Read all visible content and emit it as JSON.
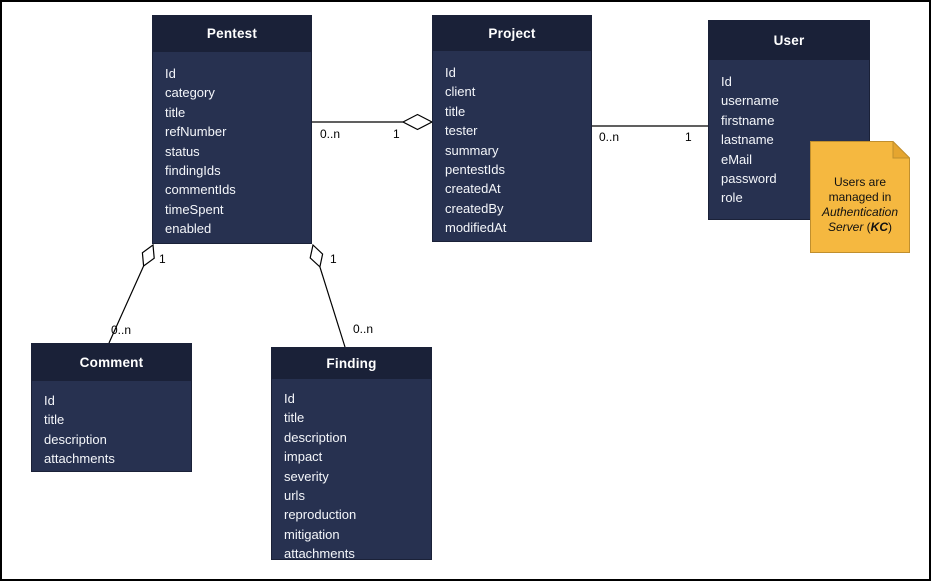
{
  "diagram": {
    "type": "uml-class-diagram",
    "entities": [
      {
        "name": "Pentest",
        "fields": [
          "Id",
          "category",
          "title",
          "refNumber",
          "status",
          "findingIds",
          "commentIds",
          "timeSpent",
          "enabled"
        ]
      },
      {
        "name": "Project",
        "fields": [
          "Id",
          "client",
          "title",
          "tester",
          "summary",
          "pentestIds",
          "createdAt",
          "createdBy",
          "modifiedAt"
        ]
      },
      {
        "name": "User",
        "fields": [
          "Id",
          "username",
          "firstname",
          "lastname",
          "eMail",
          "password",
          "role"
        ]
      },
      {
        "name": "Comment",
        "fields": [
          "Id",
          "title",
          "description",
          "attachments"
        ]
      },
      {
        "name": "Finding",
        "fields": [
          "Id",
          "title",
          "description",
          "impact",
          "severity",
          "urls",
          "reproduction",
          "mitigation",
          "attachments"
        ]
      }
    ],
    "relationships": [
      {
        "from": "Pentest",
        "to": "Project",
        "type": "aggregation",
        "source_multiplicity": "0..n",
        "target_multiplicity": "1"
      },
      {
        "from": "Project",
        "to": "User",
        "type": "association",
        "source_multiplicity": "0..n",
        "target_multiplicity": "1"
      },
      {
        "from": "Pentest",
        "to": "Comment",
        "type": "aggregation",
        "source_multiplicity": "1",
        "target_multiplicity": "0..n"
      },
      {
        "from": "Pentest",
        "to": "Finding",
        "type": "aggregation",
        "source_multiplicity": "1",
        "target_multiplicity": "0..n"
      }
    ],
    "note": {
      "line1": "Users are",
      "line2": "managed in",
      "line3": "Authentication",
      "line4_server": "Server",
      "line4_open": " (",
      "line4_kc": "KC",
      "line4_close": ")"
    },
    "colors": {
      "entity_header": "#1a2138",
      "entity_body": "#273150",
      "entity_text": "#ffffff",
      "note_fill": "#f5b840",
      "note_flap": "#e5a52f",
      "line": "#000000",
      "canvas_border": "#000000"
    }
  }
}
